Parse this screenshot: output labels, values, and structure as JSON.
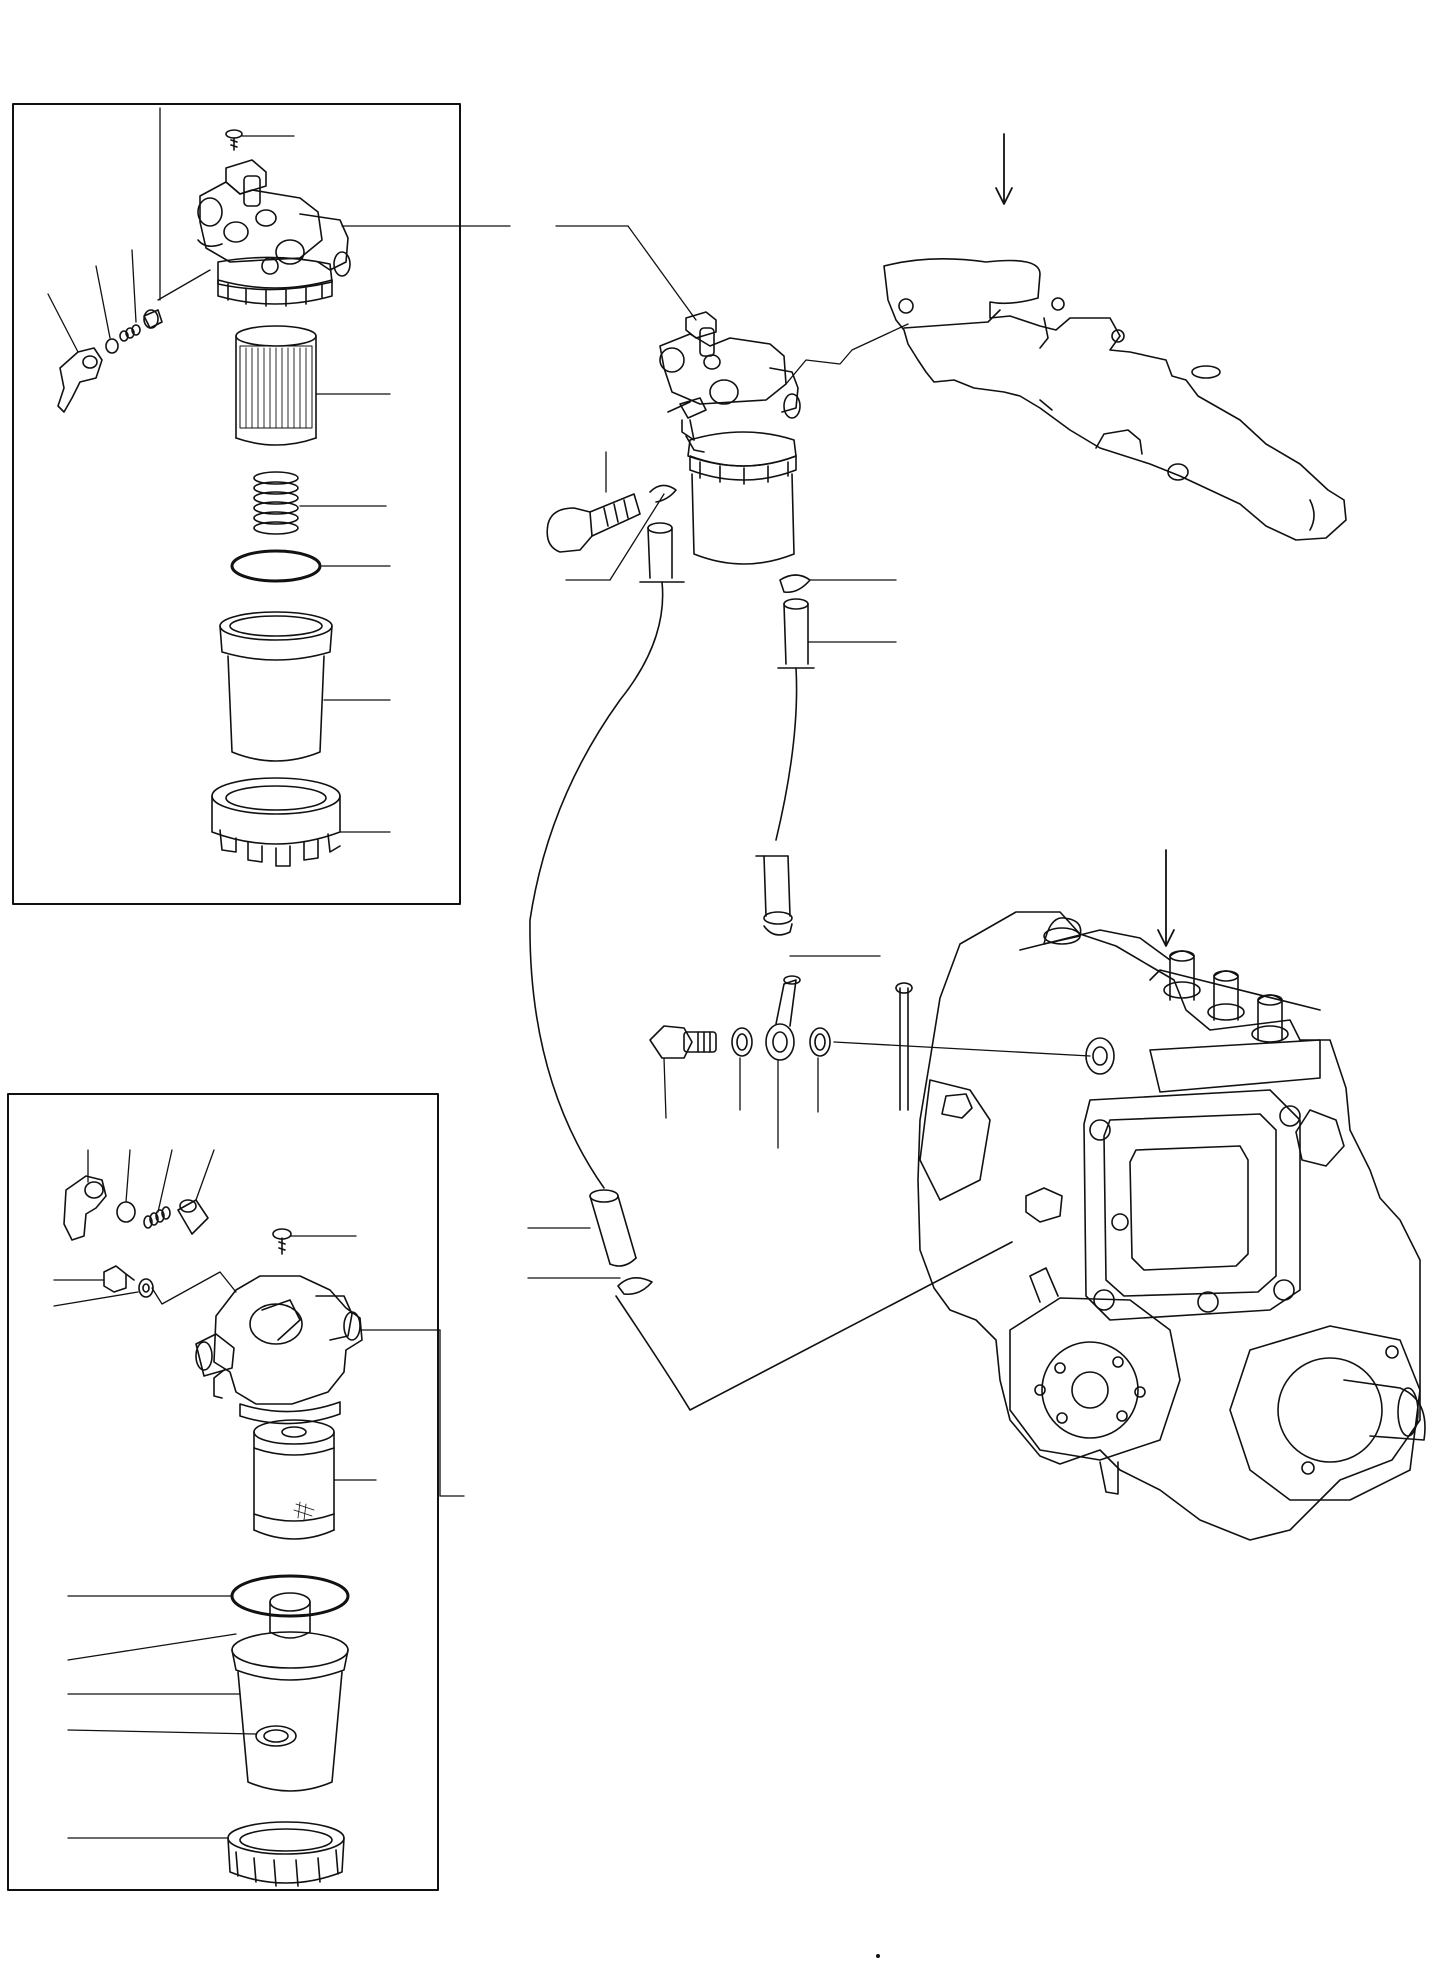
{
  "diagram": {
    "kind": "exploded-parts-view",
    "labels_printed": false,
    "ink_color": "#111111",
    "background_color": "#ffffff",
    "groups": [
      {
        "id": "detail-top",
        "parts": [
          "screw",
          "filter-head",
          "cock-lever",
          "o-ring",
          "spring-small",
          "plug",
          "element",
          "spring",
          "o-ring-large",
          "filter-bowl",
          "retaining-ring"
        ]
      },
      {
        "id": "main",
        "parts": [
          "fuel-filter-assembly",
          "bracket",
          "eye-bolt",
          "hose-clamp",
          "fuel-hose",
          "hose-clamp-lower",
          "banjo-bolt",
          "washer",
          "banjo-fitting",
          "washer-2",
          "injection-pump"
        ]
      },
      {
        "id": "detail-bottom",
        "parts": [
          "cock-lever",
          "o-ring",
          "spring-small",
          "plug",
          "bleed-screw",
          "washer",
          "screw",
          "filter-head",
          "element",
          "o-ring-large",
          "float-ring",
          "filter-bowl",
          "float",
          "retaining-ring"
        ]
      }
    ]
  }
}
